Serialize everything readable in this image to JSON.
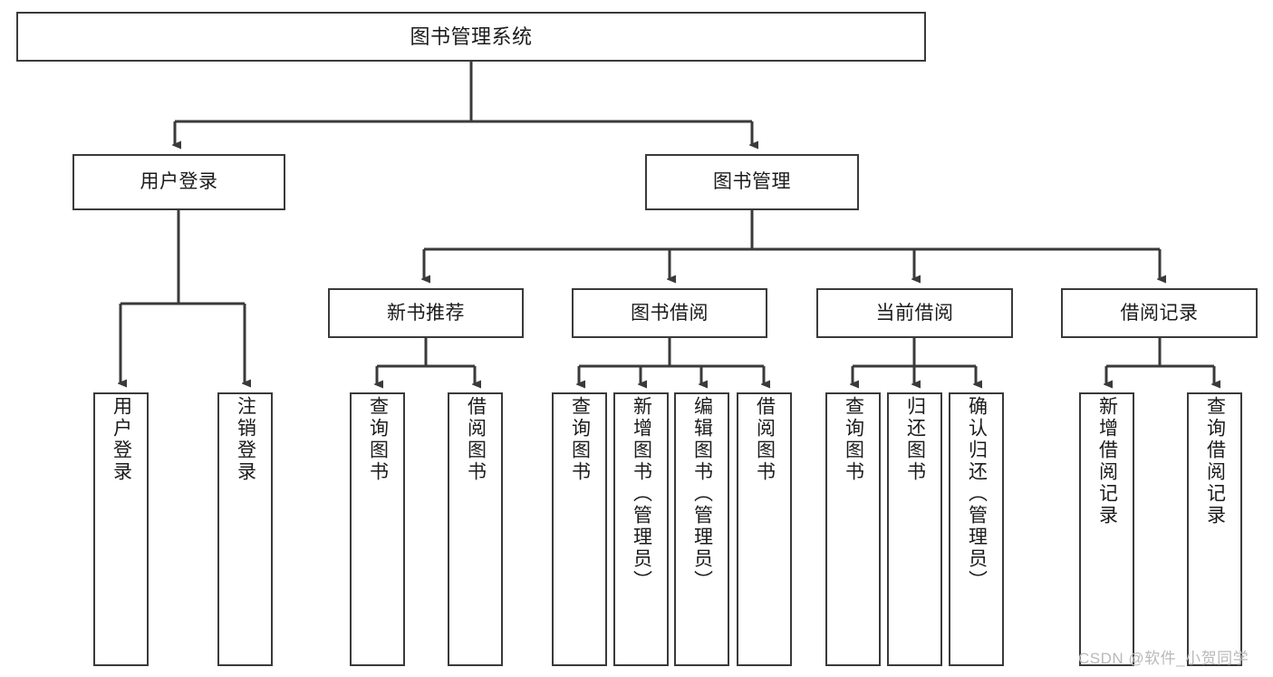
{
  "diagram": {
    "title": "图书管理系统",
    "type": "tree-hierarchy-chart",
    "root": {
      "label": "图书管理系统"
    },
    "level2": [
      {
        "label": "用户登录"
      },
      {
        "label": "图书管理"
      }
    ],
    "level3": [
      {
        "label": "新书推荐"
      },
      {
        "label": "图书借阅"
      },
      {
        "label": "当前借阅"
      },
      {
        "label": "借阅记录"
      }
    ],
    "leaves": {
      "user_login": [
        {
          "label": "用户登录"
        },
        {
          "label": "注销登录"
        }
      ],
      "new_book_recommend": [
        {
          "label": "查询图书"
        },
        {
          "label": "借阅图书"
        }
      ],
      "book_borrow": [
        {
          "label": "查询图书"
        },
        {
          "label": "新增图书（管理员）"
        },
        {
          "label": "编辑图书（管理员）"
        },
        {
          "label": "借阅图书"
        }
      ],
      "current_borrow": [
        {
          "label": "查询图书"
        },
        {
          "label": "归还图书"
        },
        {
          "label": "确认归还（管理员）"
        }
      ],
      "borrow_record": [
        {
          "label": "新增借阅记录"
        },
        {
          "label": "查询借阅记录"
        }
      ]
    }
  },
  "watermark": {
    "text": "CSDN @软件_小贺同学"
  },
  "colors": {
    "border": "#3a3a3a",
    "background": "#ffffff",
    "text": "#1b1b1b",
    "watermark": "#b9b9b9"
  }
}
